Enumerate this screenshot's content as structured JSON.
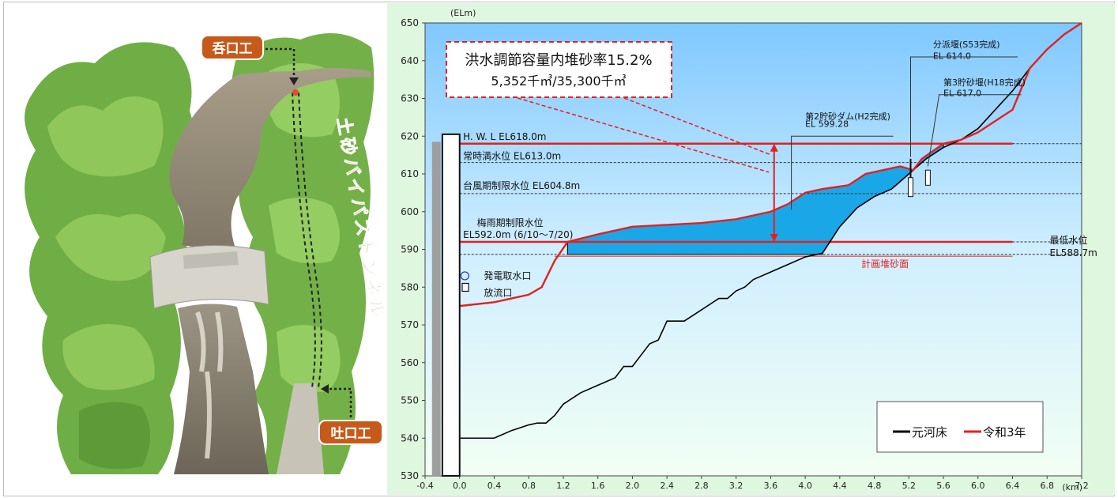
{
  "illustration": {
    "label_inlet": "呑口工",
    "label_outlet": "吐口工",
    "label_tunnel": "土砂バイパストンネル"
  },
  "chart_data": {
    "type": "line",
    "xunit": "(km)",
    "yunit": "(ELm)",
    "xlim": [
      -0.4,
      7.2
    ],
    "ylim": [
      530,
      650
    ],
    "xticks": [
      -0.4,
      0.0,
      0.4,
      0.8,
      1.2,
      1.6,
      2.0,
      2.4,
      2.8,
      3.2,
      3.6,
      4.0,
      4.4,
      4.8,
      5.2,
      5.6,
      6.0,
      6.4,
      6.8,
      7.2
    ],
    "xtick_labels": [
      "-0.4",
      "0.0",
      "0.4",
      "0.8",
      "1.2",
      "1.6",
      "2.0",
      "2.4",
      "2.8",
      "3.2",
      "3.6",
      "4.0",
      "4.4",
      "4.8",
      "5.2",
      "5.6",
      "6.0",
      "6.4",
      "6.8",
      "7.2"
    ],
    "yticks": [
      530,
      540,
      550,
      560,
      570,
      580,
      590,
      600,
      610,
      620,
      630,
      640,
      650
    ],
    "legend": [
      "元河床",
      "令和3年"
    ],
    "legend_position": "bottom-right",
    "series": [
      {
        "name": "元河床",
        "color": "#000000",
        "points": [
          [
            0.0,
            540
          ],
          [
            0.4,
            540
          ],
          [
            0.6,
            542
          ],
          [
            0.8,
            543.5
          ],
          [
            0.9,
            544
          ],
          [
            1.0,
            544
          ],
          [
            1.1,
            546
          ],
          [
            1.2,
            549
          ],
          [
            1.4,
            552
          ],
          [
            1.6,
            554
          ],
          [
            1.8,
            556
          ],
          [
            1.9,
            559
          ],
          [
            2.0,
            559
          ],
          [
            2.1,
            562
          ],
          [
            2.2,
            565
          ],
          [
            2.3,
            566
          ],
          [
            2.4,
            571
          ],
          [
            2.6,
            571
          ],
          [
            2.8,
            574
          ],
          [
            3.0,
            577
          ],
          [
            3.1,
            577
          ],
          [
            3.2,
            579
          ],
          [
            3.3,
            580
          ],
          [
            3.4,
            582
          ],
          [
            3.6,
            584
          ],
          [
            3.8,
            586
          ],
          [
            4.0,
            588
          ],
          [
            4.2,
            589
          ],
          [
            4.4,
            596
          ],
          [
            4.6,
            601
          ],
          [
            4.8,
            604
          ],
          [
            5.0,
            606
          ],
          [
            5.2,
            610
          ],
          [
            5.4,
            614
          ],
          [
            5.6,
            617
          ],
          [
            5.8,
            619
          ],
          [
            6.0,
            622
          ],
          [
            6.2,
            627
          ],
          [
            6.4,
            632
          ],
          [
            6.6,
            638
          ],
          [
            6.8,
            643
          ],
          [
            7.0,
            647
          ],
          [
            7.2,
            650
          ]
        ]
      },
      {
        "name": "令和3年",
        "color": "#e32020",
        "points": [
          [
            0.0,
            575
          ],
          [
            0.4,
            576
          ],
          [
            0.8,
            578
          ],
          [
            0.95,
            580
          ],
          [
            1.1,
            587
          ],
          [
            1.25,
            592
          ],
          [
            1.6,
            594
          ],
          [
            2.0,
            596
          ],
          [
            2.4,
            596.5
          ],
          [
            2.8,
            597
          ],
          [
            3.2,
            598
          ],
          [
            3.6,
            600
          ],
          [
            3.8,
            602
          ],
          [
            4.0,
            605
          ],
          [
            4.2,
            606
          ],
          [
            4.5,
            607
          ],
          [
            4.7,
            610
          ],
          [
            4.9,
            611
          ],
          [
            5.1,
            612
          ],
          [
            5.25,
            611
          ],
          [
            5.35,
            614
          ],
          [
            5.6,
            618
          ],
          [
            5.8,
            619
          ],
          [
            6.0,
            621
          ],
          [
            6.2,
            624
          ],
          [
            6.4,
            627
          ],
          [
            6.6,
            638
          ],
          [
            6.8,
            643
          ],
          [
            7.0,
            647
          ],
          [
            7.2,
            650
          ]
        ]
      }
    ],
    "levels": [
      {
        "label": "H. W. L  EL618.0m",
        "el": 618.0,
        "style": "solid"
      },
      {
        "label": "常時満水位  EL613.0m",
        "el": 613.0,
        "style": "dashed"
      },
      {
        "label": "台風期制限水位  EL604.8m",
        "el": 604.8,
        "style": "dashed"
      },
      {
        "label": "梅雨期制限水位",
        "label2": "EL592.0m (6/10～7/20)",
        "el": 592.0,
        "style": "solid"
      },
      {
        "label": "最低水位",
        "label2": "EL588.7m",
        "el": 588.7,
        "style": "dashed"
      }
    ],
    "planned_sediment_label": "計画堆砂面",
    "planned_sediment_el": 588.2,
    "sediment_callout": {
      "line1": "洪水調節容量内堆砂率15.2%",
      "line2": "5,352千㎥/35,300千㎥"
    },
    "annotations": [
      {
        "label": "第2貯砂ダム(H2完成)",
        "label2": "EL 599.28"
      },
      {
        "label": "分派堰(S53完成)",
        "label2": "EL 614.0"
      },
      {
        "label": "第3貯砂堰(H18完成)",
        "label2": "EL 617.0"
      }
    ],
    "structures": [
      {
        "label": "発電取水口"
      },
      {
        "label": "放流口"
      }
    ],
    "colors": {
      "sediment_fill": "#1aa7e8",
      "red": "#e32020",
      "plot_bg_top": "#7fc8ff",
      "plot_bg_bottom": "#f2fff4",
      "outer_bg": "#dff7df"
    }
  }
}
